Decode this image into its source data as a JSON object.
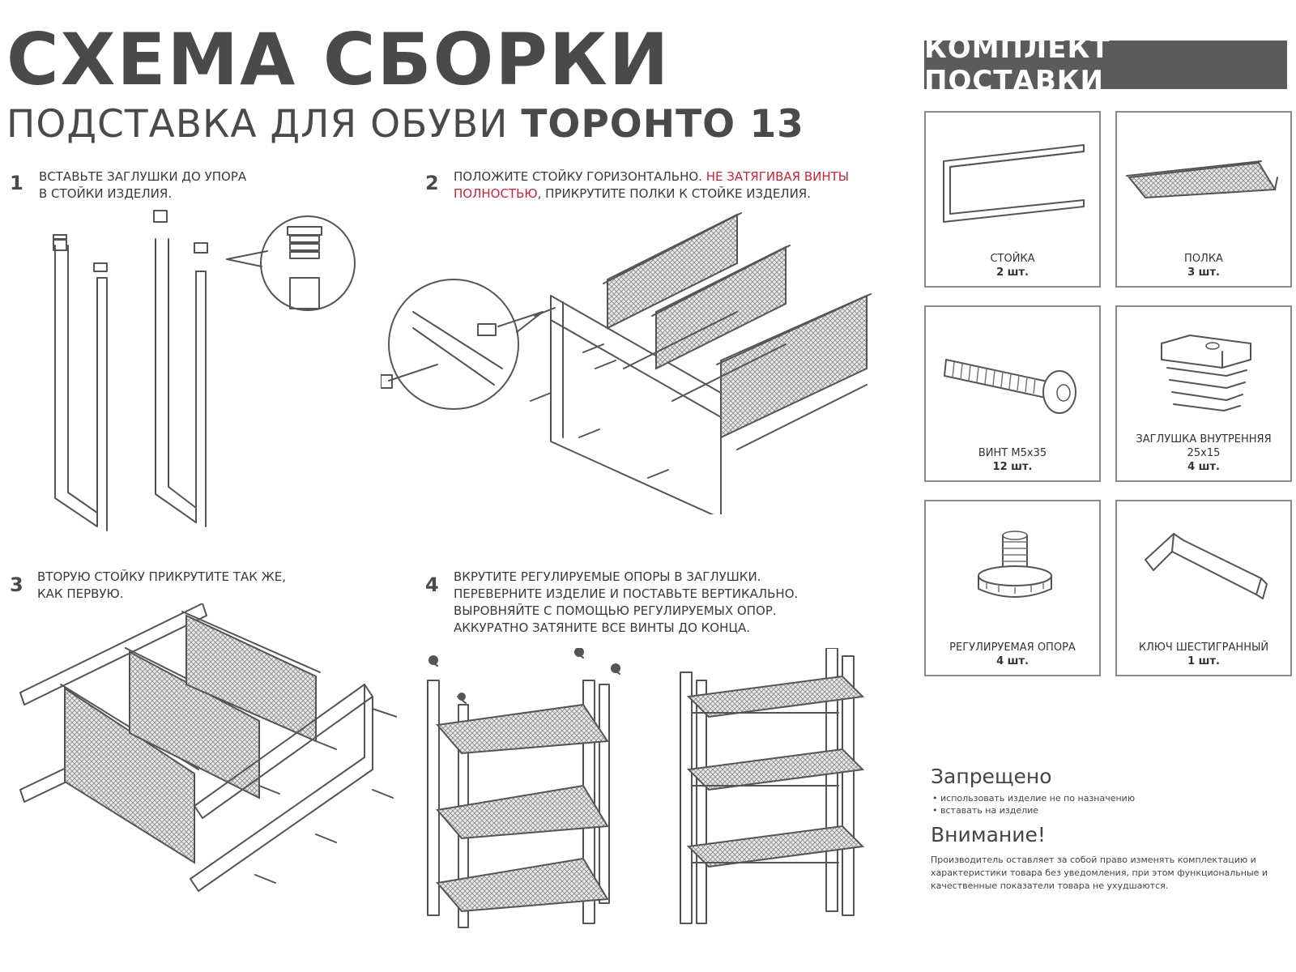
{
  "header": {
    "title": "СХЕМА СБОРКИ",
    "subtitle_prefix": "ПОДСТАВКА ДЛЯ ОБУВИ",
    "subtitle_model": "ТОРОНТО 13"
  },
  "steps": [
    {
      "number": "1",
      "line1": "ВСТАВЬТЕ ЗАГЛУШКИ ДО УПОРА",
      "line2": "В СТОЙКИ ИЗДЕЛИЯ."
    },
    {
      "number": "2",
      "line1_plain": "ПОЛОЖИТЕ СТОЙКУ ГОРИЗОНТАЛЬНО.",
      "line1_red": "НЕ ЗАТЯГИВАЯ ВИНТЫ",
      "line2_red": "ПОЛНОСТЬЮ",
      "line2_plain": ", ПРИКРУТИТЕ ПОЛКИ К СТОЙКЕ ИЗДЕЛИЯ."
    },
    {
      "number": "3",
      "line1": "ВТОРУЮ СТОЙКУ ПРИКРУТИТЕ ТАК ЖЕ,",
      "line2": "КАК ПЕРВУЮ."
    },
    {
      "number": "4",
      "line1": "ВКРУТИТЕ РЕГУЛИРУЕМЫЕ ОПОРЫ В ЗАГЛУШКИ.",
      "line2": "ПЕРЕВЕРНИТЕ ИЗДЕЛИЕ И ПОСТАВЬТЕ ВЕРТИКАЛЬНО.",
      "line3": "ВЫРОВНЯЙТЕ С ПОМОЩЬЮ РЕГУЛИРУЕМЫХ ОПОР.",
      "line4": "АККУРАТНО ЗАТЯНИТЕ ВСЕ ВИНТЫ ДО КОНЦА."
    }
  ],
  "kit": {
    "header": "КОМПЛЕКТ ПОСТАВКИ",
    "items": [
      {
        "name": "СТОЙКА",
        "qty": "2 шт."
      },
      {
        "name": "ПОЛКА",
        "qty": "3 шт."
      },
      {
        "name": "ВИНТ M5x35",
        "qty": "12 шт."
      },
      {
        "name": "ЗАГЛУШКА ВНУТРЕННЯЯ",
        "size": "25x15",
        "qty": "4 шт."
      },
      {
        "name": "РЕГУЛИРУЕМАЯ ОПОРА",
        "qty": "4 шт."
      },
      {
        "name": "КЛЮЧ ШЕСТИГРАННЫЙ",
        "qty": "1 шт."
      }
    ]
  },
  "warnings": {
    "forbidden_title": "Запрещено",
    "forbidden_items": [
      "использовать изделие не по назначению",
      "вставать на изделие"
    ],
    "attention_title": "Внимание!",
    "attention_text": "Производитель оставляет за собой право изменять комплектацию и характеристики товара без уведомления, при этом функциональные и качественные показатели товара не ухудшаются."
  }
}
